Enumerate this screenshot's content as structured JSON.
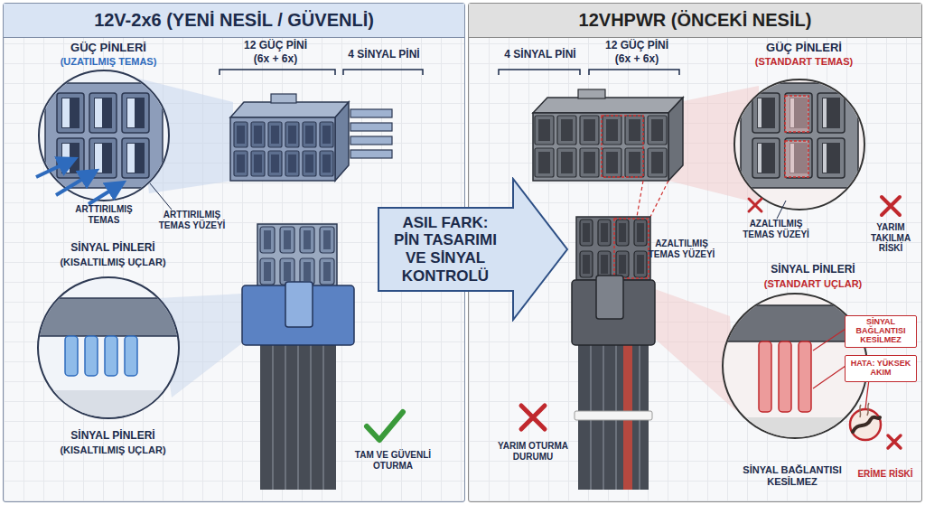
{
  "diagram": {
    "nodes": [
      {
        "text": [
          "12V-2x6 (YENİ NESİL / GÜVENLİ)"
        ]
      },
      {
        "text": [
          "12VHPWR (ÖNCEKİ NESİL)"
        ]
      },
      {
        "text": [
          "ASIL FARK: PİN TASARIMI VE SİNYAL KONTROLÜ"
        ]
      },
      {
        "text": [
          "SİNYAL BAĞLANTISI KESİLMEZ"
        ],
        "in": 1
      },
      {
        "text": [
          "HATA: YÜKSEK AKIM"
        ],
        "in": 1
      }
    ],
    "labels": [
      "GÜÇ PİNLERİ",
      "(UZATILMIŞ TEMAS)",
      "12 GÜÇ PİNİ",
      "(6x + 6x)",
      "4 SİNYAL PİNİ",
      "ARTTIRILMIŞ TEMAS",
      "ARTTIRILMIŞ TEMAS YÜZEYİ",
      "SİNYAL PİNLERİ",
      "(KISALTILMIŞ UÇLAR)",
      "SİNYAL PİNLERİ",
      "(KISALTILMIŞ UÇLAR)",
      "TAM VE GÜVENLİ OTURMA",
      "4 SİNYAL PİNİ",
      "12 GÜÇ PİNİ",
      "(6x + 6x)",
      "GÜÇ PİNLERİ",
      "(STANDART TEMAS)",
      "AZALTILMIŞ TEMAS YÜZEYİ",
      "AZALTILMIŞ TEMAS YÜZEYİ",
      "YARIM TAKILMA RİSKİ",
      "SİNYAL PİNLERİ",
      "(STANDART UÇLAR)",
      "YARIM OTURMA DURUMU",
      "ERİME RİSKİ",
      "SİNYAL BAĞLANTISI KESİLMEZ"
    ]
  }
}
